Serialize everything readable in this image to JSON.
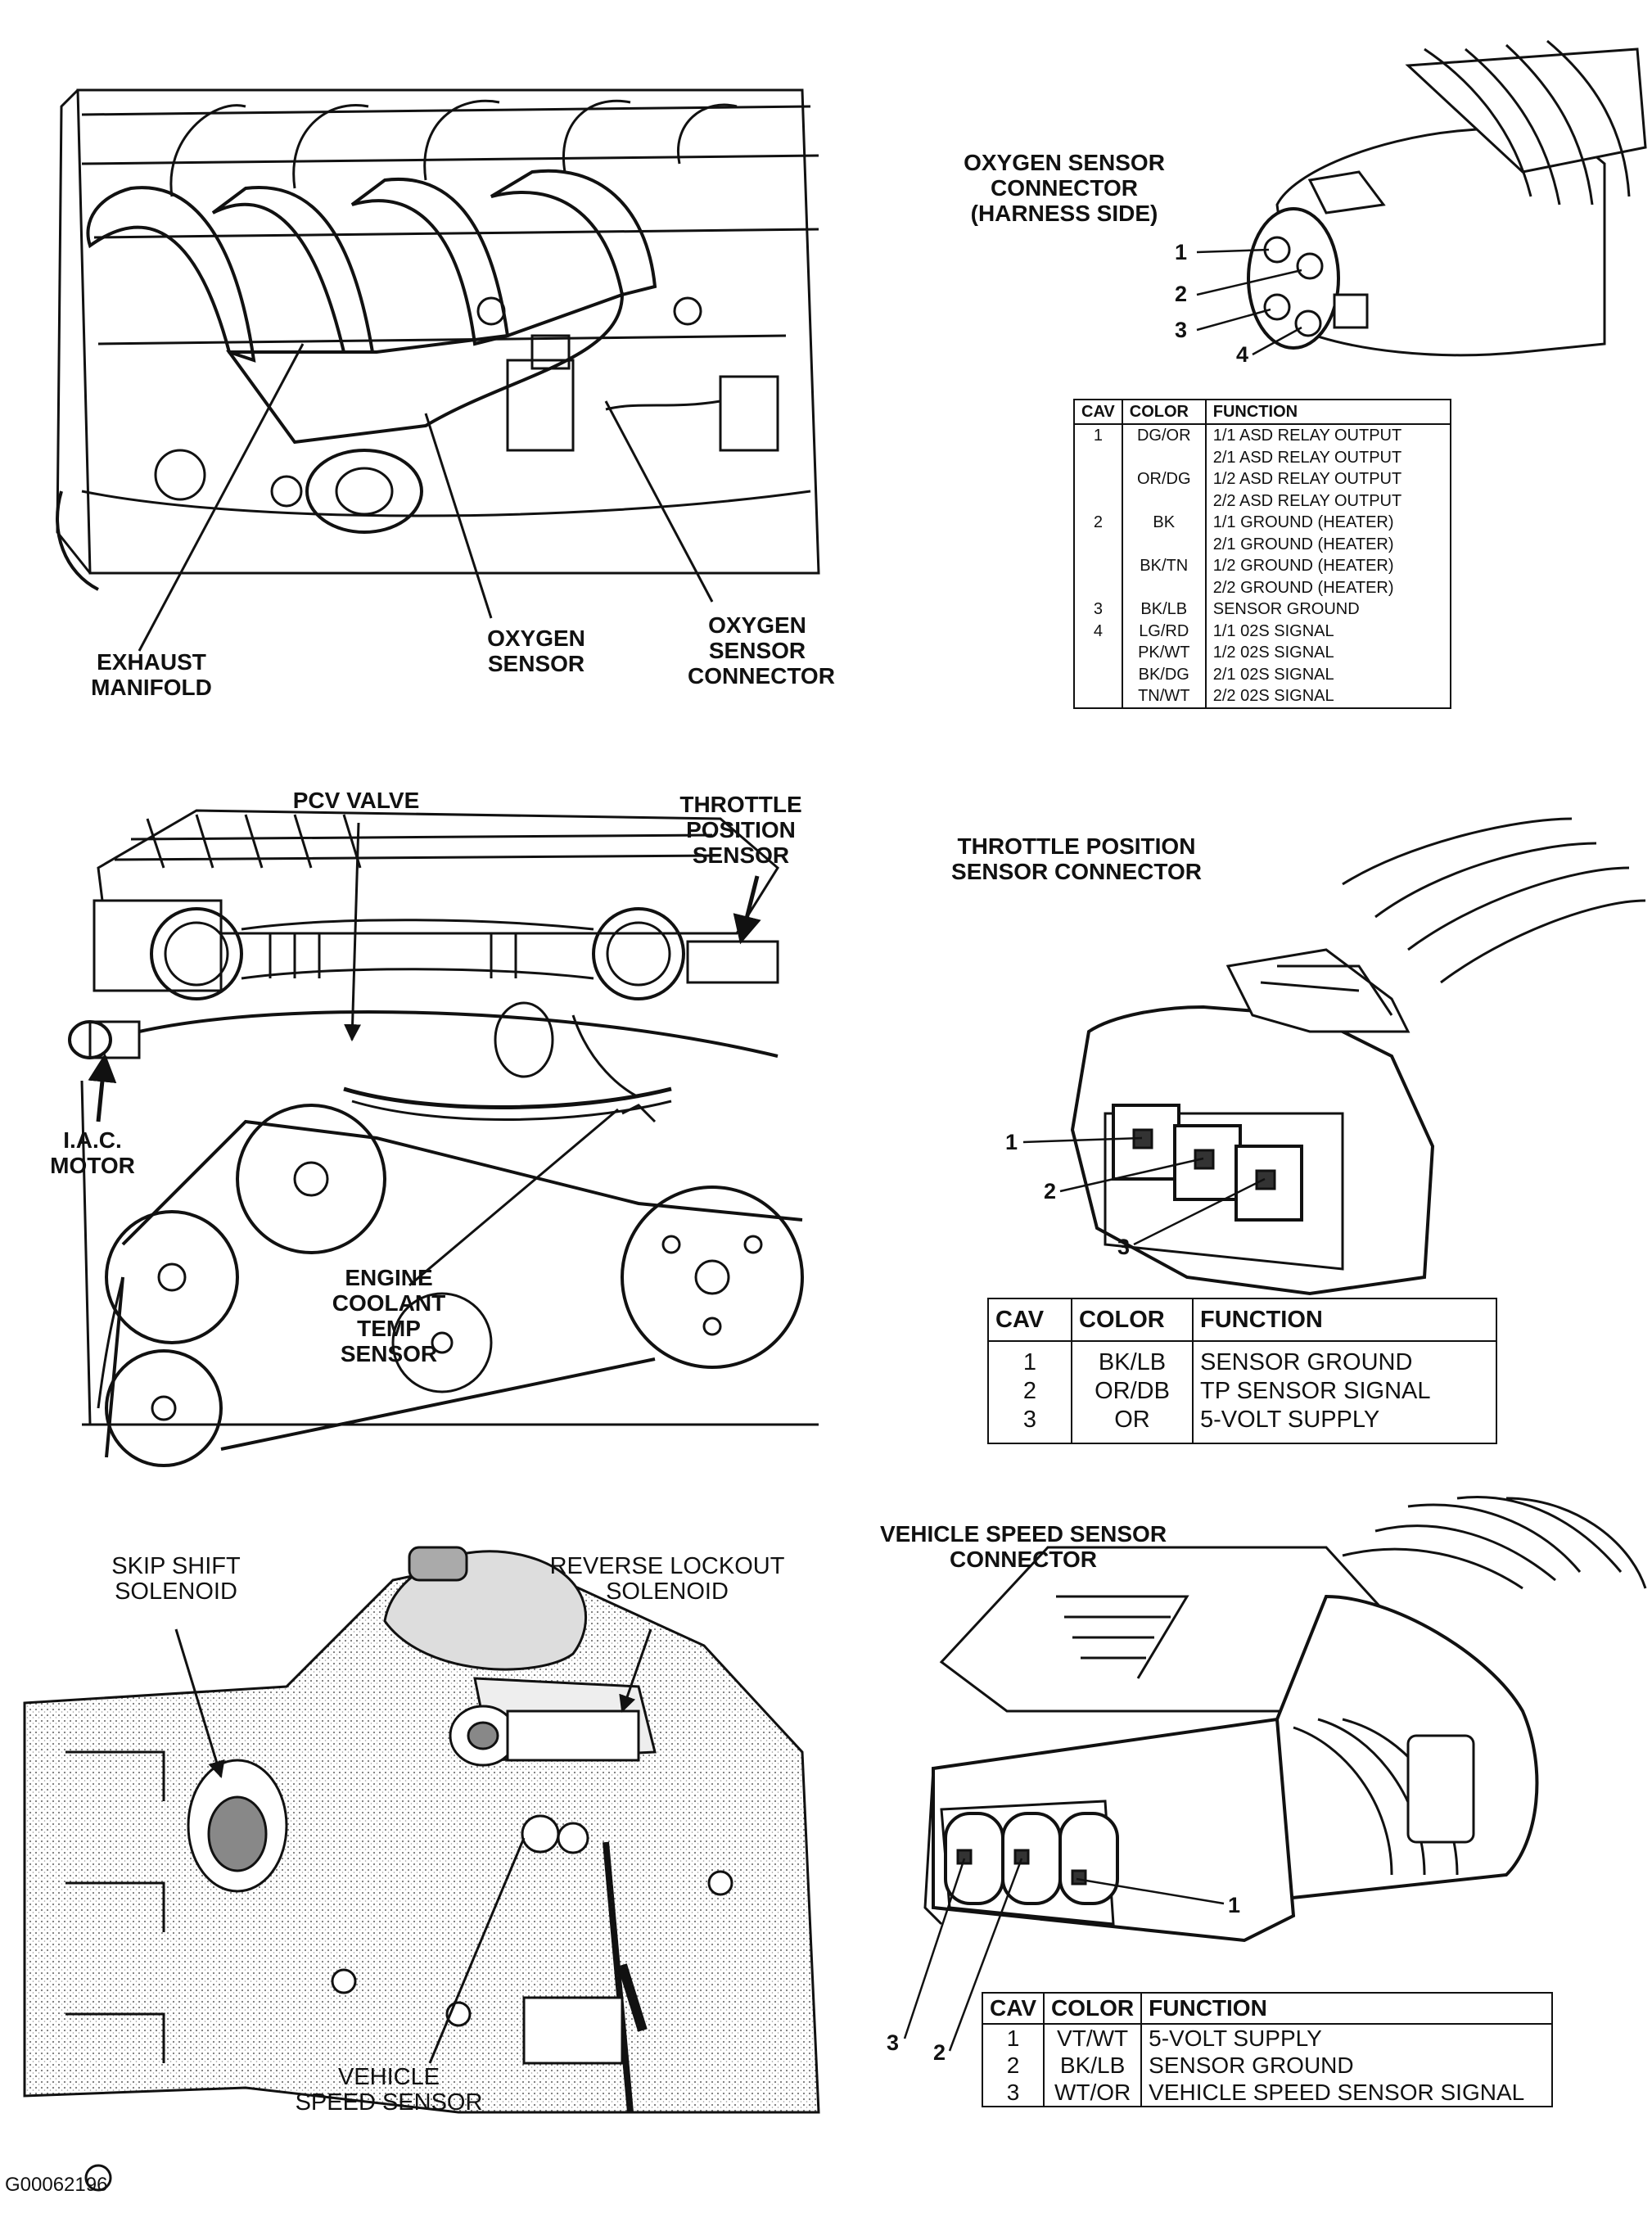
{
  "figure_id": "G00062196",
  "labels": {
    "exhaust_manifold": "EXHAUST\nMANIFOLD",
    "oxygen_sensor": "OXYGEN\nSENSOR",
    "oxygen_sensor_connector": "OXYGEN\nSENSOR\nCONNECTOR",
    "oxygen_harness_title": "OXYGEN SENSOR\nCONNECTOR\n(HARNESS SIDE)",
    "pcv_valve": "PCV VALVE",
    "throttle_position_sensor": "THROTTLE\nPOSITION\nSENSOR",
    "iac_motor": "I.A.C.\nMOTOR",
    "engine_coolant_temp_sensor": "ENGINE\nCOOLANT\nTEMP\nSENSOR",
    "tps_connector_title": "THROTTLE POSITION\nSENSOR CONNECTOR",
    "skip_shift_solenoid": "SKIP SHIFT\nSOLENOID",
    "reverse_lockout_solenoid": "REVERSE LOCKOUT\nSOLENOID",
    "vehicle_speed_sensor": "VEHICLE\nSPEED SENSOR",
    "vss_connector_title": "VEHICLE SPEED SENSOR\nCONNECTOR"
  },
  "pin_numbers": {
    "o2": [
      "1",
      "2",
      "3",
      "4"
    ],
    "tps": [
      "1",
      "2",
      "3"
    ],
    "vss": [
      "3",
      "2",
      "1"
    ]
  },
  "tables": {
    "oxygen": {
      "headers": [
        "CAV",
        "COLOR",
        "FUNCTION"
      ],
      "rows": [
        {
          "cav": "1",
          "color": "DG/OR",
          "function": "1/1 ASD RELAY OUTPUT"
        },
        {
          "cav": "",
          "color": "",
          "function": "2/1 ASD RELAY OUTPUT"
        },
        {
          "cav": "",
          "color": "OR/DG",
          "function": "1/2 ASD RELAY OUTPUT"
        },
        {
          "cav": "",
          "color": "",
          "function": "2/2 ASD RELAY OUTPUT"
        },
        {
          "cav": "2",
          "color": "BK",
          "function": "1/1 GROUND (HEATER)"
        },
        {
          "cav": "",
          "color": "",
          "function": "2/1 GROUND (HEATER)"
        },
        {
          "cav": "",
          "color": "BK/TN",
          "function": "1/2 GROUND (HEATER)"
        },
        {
          "cav": "",
          "color": "",
          "function": "2/2 GROUND (HEATER)"
        },
        {
          "cav": "3",
          "color": "BK/LB",
          "function": "SENSOR GROUND"
        },
        {
          "cav": "4",
          "color": "LG/RD",
          "function": "1/1 02S SIGNAL"
        },
        {
          "cav": "",
          "color": "PK/WT",
          "function": "1/2 02S SIGNAL"
        },
        {
          "cav": "",
          "color": "BK/DG",
          "function": "2/1 02S SIGNAL"
        },
        {
          "cav": "",
          "color": "TN/WT",
          "function": "2/2 02S SIGNAL"
        }
      ]
    },
    "tps": {
      "headers": [
        "CAV",
        "COLOR",
        "FUNCTION"
      ],
      "rows": [
        {
          "cav": "1",
          "color": "BK/LB",
          "function": "SENSOR GROUND"
        },
        {
          "cav": "2",
          "color": "OR/DB",
          "function": "TP SENSOR SIGNAL"
        },
        {
          "cav": "3",
          "color": "OR",
          "function": "5-VOLT SUPPLY"
        }
      ]
    },
    "vss": {
      "headers": [
        "CAV",
        "COLOR",
        "FUNCTION"
      ],
      "rows": [
        {
          "cav": "1",
          "color": "VT/WT",
          "function": "5-VOLT SUPPLY"
        },
        {
          "cav": "2",
          "color": "BK/LB",
          "function": "SENSOR GROUND"
        },
        {
          "cav": "3",
          "color": "WT/OR",
          "function": "VEHICLE SPEED SENSOR SIGNAL"
        }
      ]
    }
  }
}
